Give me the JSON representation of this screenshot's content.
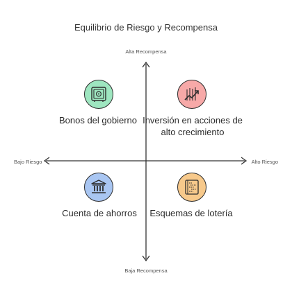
{
  "title": "Equilibrio de Riesgo y Recompensa",
  "axes": {
    "top": "Alta Recompensa",
    "bottom": "Baja Recompensa",
    "left": "Bajo Riesgo",
    "right": "Alto Riesgo"
  },
  "quadrants": [
    {
      "label": "Bonos del gobierno",
      "icon": "safe-icon",
      "color": "#9ee6c0"
    },
    {
      "label": "Inversión en acciones de alto crecimiento",
      "icon": "growth-chart-icon",
      "color": "#f7a9a8"
    },
    {
      "label": "Cuenta de ahorros",
      "icon": "bank-icon",
      "color": "#a9c6f2"
    },
    {
      "label": "Esquemas de lotería",
      "icon": "lottery-ticket-icon",
      "color": "#f7c98b"
    }
  ]
}
